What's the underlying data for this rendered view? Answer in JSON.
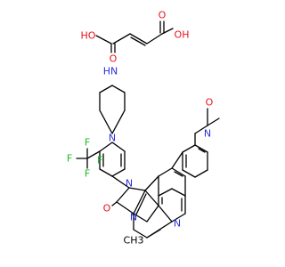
{
  "structure": {
    "components": [
      "fumaric-acid",
      "imidazoquinolinone"
    ],
    "colors": {
      "bond": "#000000",
      "oxygen": "#e8141c",
      "nitrogen": "#2a2fd8",
      "fluorine": "#1bbd1e",
      "carbon": "#000000"
    },
    "labels": {
      "acid_oh_left": "HO",
      "acid_oh_right": "OH",
      "acid_o_left": "O",
      "acid_o_right": "O",
      "piperazine_nh": "HN",
      "piperazine_n": "N",
      "cf3_f_top": "F",
      "cf3_f_left": "F",
      "cf3_f_bottom": "F",
      "cf3_f_right": "F",
      "methoxy_o": "O",
      "pyridine_n": "N",
      "imidazole_n1": "N",
      "carbonyl_o": "O",
      "imidazole_n3": "N",
      "methyl": "CH3",
      "quinoline_n": "N"
    }
  }
}
